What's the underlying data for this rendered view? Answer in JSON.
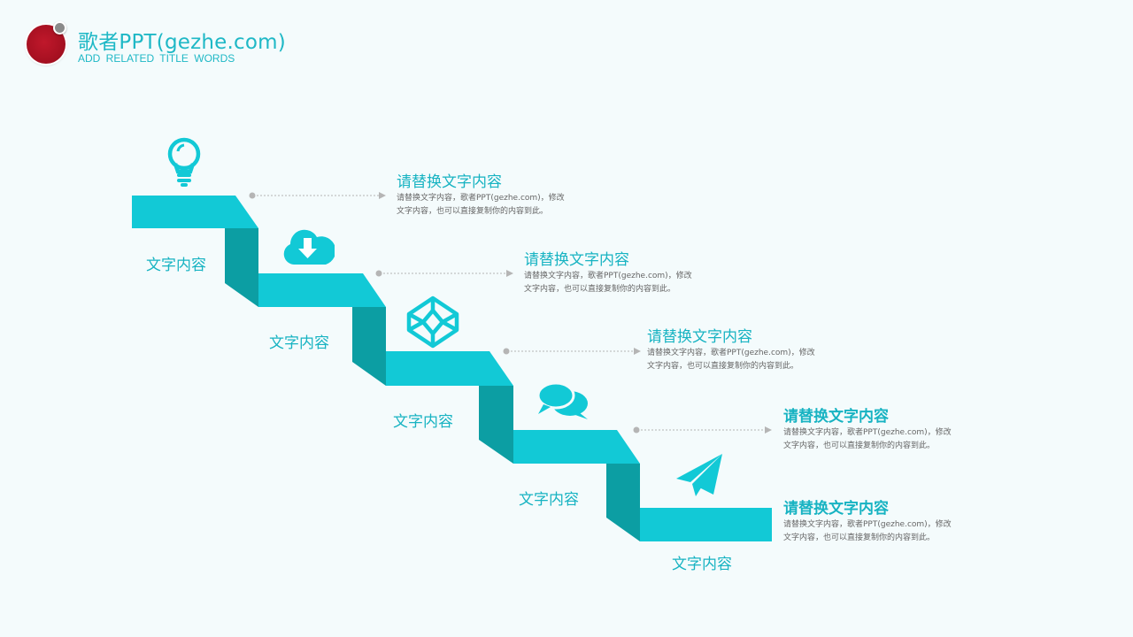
{
  "header": {
    "title": "歌者PPT(gezhe.com)",
    "subtitle": "ADD RELATED TITLE WORDS"
  },
  "colors": {
    "accent": "#12c9d6",
    "accent_dark": "#0c9ea3",
    "logo_red": "#a30f20",
    "connector": "#b5b5b5"
  },
  "steps": [
    {
      "label": "文字内容",
      "icon": "lightbulb-icon",
      "heading": "请替换文字内容",
      "body_line1": "请替换文字内容，歌者PPT(gezhe.com)，修改",
      "body_line2": "文字内容，也可以直接复制你的内容到此。"
    },
    {
      "label": "文字内容",
      "icon": "cloud-download-icon",
      "heading": "请替换文字内容",
      "body_line1": "请替换文字内容，歌者PPT(gezhe.com)，修改",
      "body_line2": "文字内容，也可以直接复制你的内容到此。"
    },
    {
      "label": "文字内容",
      "icon": "codepen-cube-icon",
      "heading": "请替换文字内容",
      "body_line1": "请替换文字内容，歌者PPT(gezhe.com)，修改",
      "body_line2": "文字内容，也可以直接复制你的内容到此。"
    },
    {
      "label": "文字内容",
      "icon": "chat-bubbles-icon",
      "heading": "请替换文字内容",
      "body_line1": "请替换文字内容，歌者PPT(gezhe.com)，修改",
      "body_line2": "文字内容，也可以直接复制你的内容到此。"
    },
    {
      "label": "文字内容",
      "icon": "paper-plane-icon",
      "heading": "请替换文字内容",
      "body_line1": "请替换文字内容，歌者PPT(gezhe.com)，修改",
      "body_line2": "文字内容，也可以直接复制你的内容到此。"
    }
  ]
}
